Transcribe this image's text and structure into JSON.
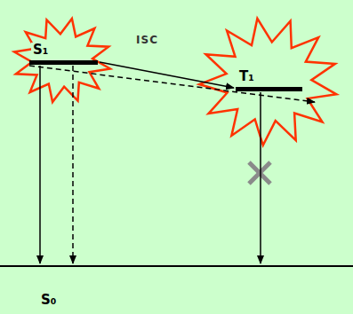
{
  "diagram": {
    "nodes": [
      {
        "text": [
          "S₁"
        ]
      },
      {
        "text": [
          "T₁"
        ]
      },
      {
        "text": [
          "S₀"
        ]
      }
    ],
    "edges": [
      {
        "from": 0,
        "to": 1,
        "arrow": "to",
        "label": "ISC"
      },
      {
        "from": 1,
        "to": 0,
        "arrow": "to"
      },
      {
        "from": 0,
        "to": 2,
        "arrow": "to"
      },
      {
        "from": 0,
        "to": 2,
        "arrow": "to"
      },
      {
        "from": 1,
        "to": 2,
        "arrow": "to"
      }
    ]
  }
}
